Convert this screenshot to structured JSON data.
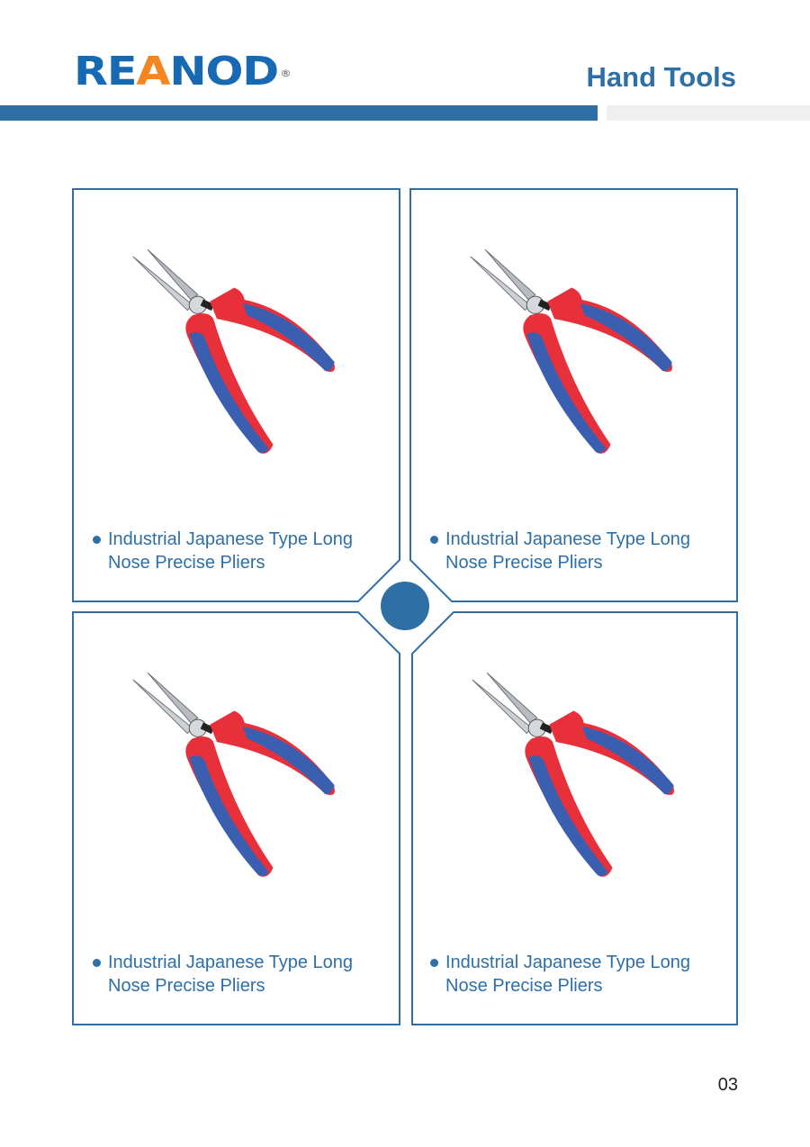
{
  "header": {
    "brand_pre": "RE",
    "brand_a": "A",
    "brand_post": "NOD",
    "registered": "®",
    "title": "Hand Tools"
  },
  "products": [
    {
      "name": "Industrial Japanese Type Long Nose Precise Pliers"
    },
    {
      "name": "Industrial Japanese Type Long Nose Precise Pliers"
    },
    {
      "name": "Industrial Japanese Type Long Nose Precise Pliers"
    },
    {
      "name": "Industrial Japanese Type Long Nose Precise Pliers"
    }
  ],
  "page_number": "03",
  "colors": {
    "accent": "#2e6fa6",
    "logo_blue": "#1769b3",
    "logo_orange": "#f5861f",
    "handle_red": "#e8303a",
    "handle_blue": "#3b5fb0"
  }
}
